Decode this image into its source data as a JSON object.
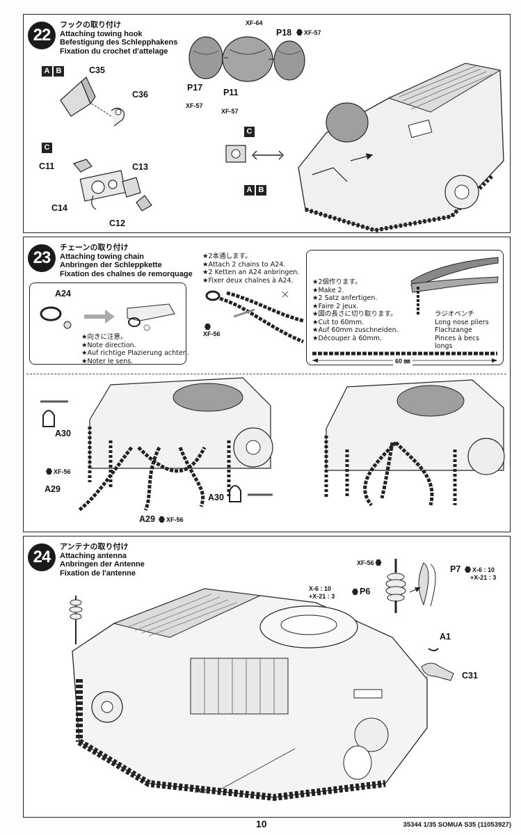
{
  "step22": {
    "number": "22",
    "title_jp": "フックの取り付け",
    "title_en": "Attaching towing hook",
    "title_de": "Befestigung des Schlepphakens",
    "title_fr": "Fixation du crochet d'attelage",
    "badge_a": "A",
    "badge_b": "B",
    "badge_c": "C",
    "c35": "C35",
    "c36": "C36",
    "c11": "C11",
    "c13": "C13",
    "c14": "C14",
    "c12": "C12",
    "xf64": "XF-64",
    "p18": "P18",
    "p18_paint": "XF-57",
    "p17": "P17",
    "p17_paint": "XF-57",
    "p11": "P11",
    "p11_paint": "XF-57"
  },
  "step23": {
    "number": "23",
    "title_jp": "チェーンの取り付け",
    "title_en": "Attaching towing chain",
    "title_de": "Anbringen der Schleppkette",
    "title_fr": "Fixation des chaînes de remorquage",
    "a24": "A24",
    "direction_jp": "★向きに注意。",
    "direction_en": "★Note direction.",
    "direction_de": "★Auf richtige Plazierung achten.",
    "direction_fr": "★Noter le sens.",
    "attach_jp": "★2本通します。",
    "attach_en": "★Attach 2 chains to A24.",
    "attach_de": "★2 Ketten an A24 anbringen.",
    "attach_fr": "★Fixer deux chaînes à A24.",
    "xf56": "XF-56",
    "make_jp": "★2個作ります。",
    "make_en": "★Make 2.",
    "make_de": "★2 Satz anfertigen.",
    "make_fr": "★Faire 2 jeux.",
    "cut_jp": "★図の長さに切り取ります。",
    "cut_en": "★Cut to 60mm.",
    "cut_de": "★Auf 60mm zuschneiden.",
    "cut_fr": "★Découper à 60mm.",
    "pliers_jp": "ラジオペンチ",
    "pliers_en": "Long nose pliers",
    "pliers_de": "Flachzange",
    "pliers_fr": "Pinces à becs",
    "pliers_fr2": "longs",
    "length": "60 ㎜",
    "a30": "A30",
    "a30b": "A30",
    "a29": "A29",
    "a29_paint": "XF-56",
    "a29b": "A29",
    "a29b_paint": "XF-56"
  },
  "step24": {
    "number": "24",
    "title_jp": "アンテナの取り付け",
    "title_en": "Attaching antenna",
    "title_de": "Anbringen der Antenne",
    "title_fr": "Fixation de l'antenne",
    "xf56": "XF-56",
    "p7": "P7",
    "p7_mix1": "X-6 : 10",
    "p7_mix2": "+X-21 : 3",
    "p6": "P6",
    "p6_mix1": "X-6 : 10",
    "p6_mix2": "+X-21 : 3",
    "a1": "A1",
    "a1b": "A1",
    "c31": "C31"
  },
  "footer": {
    "page": "10",
    "code": "35344  1/35 SOMUA S35 (11053927)"
  }
}
